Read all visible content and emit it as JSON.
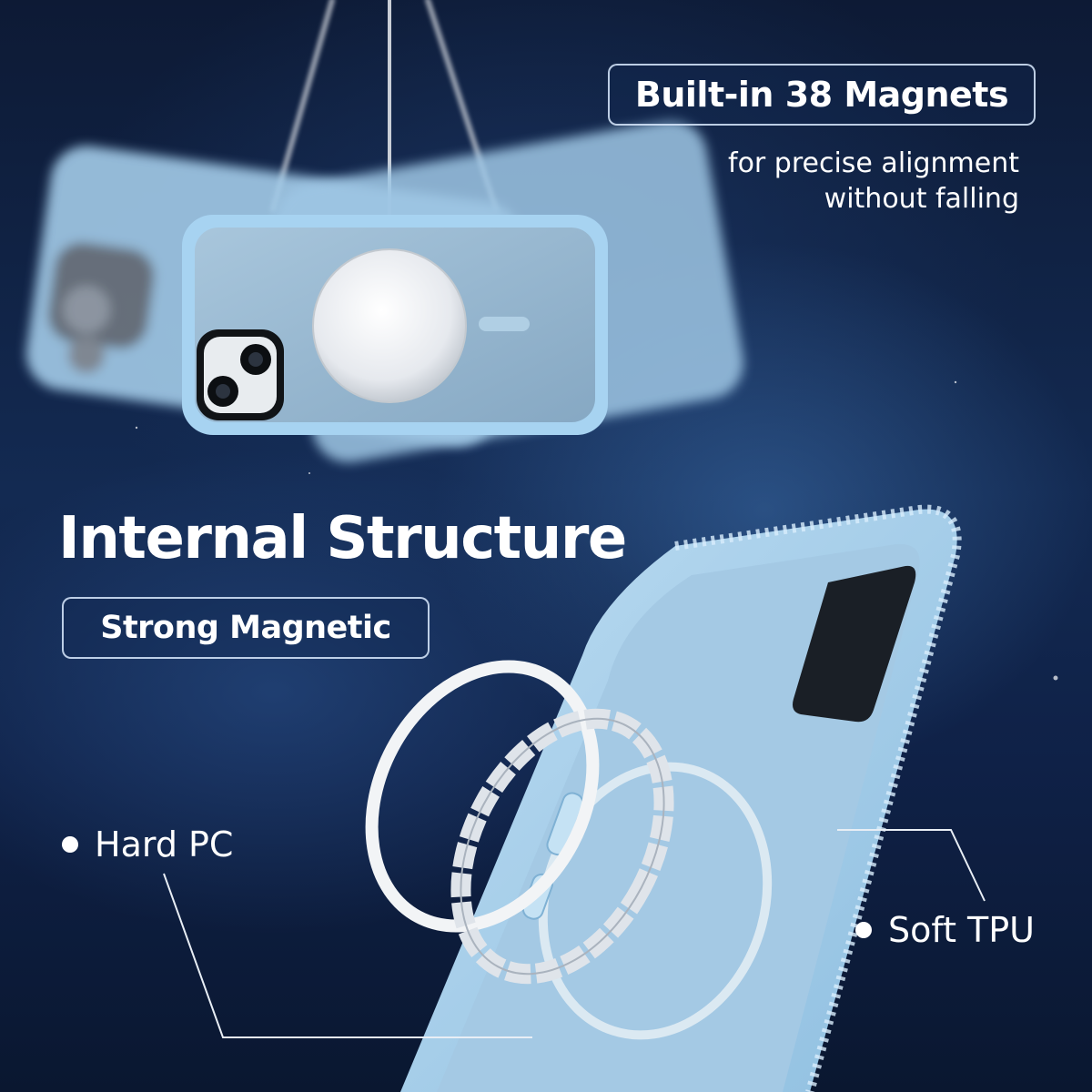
{
  "magnets_badge": "Built-in 38 Magnets",
  "tagline": {
    "line1": "for precise alignment",
    "line2": "without falling"
  },
  "headline": "Internal Structure",
  "subhead_badge": "Strong Magnetic",
  "callouts": {
    "hard_pc": "Hard PC",
    "soft_tpu": "Soft TPU"
  },
  "colors": {
    "background": "#0f2147",
    "case_blue": "#a9d3ef",
    "text": "#ffffff"
  }
}
